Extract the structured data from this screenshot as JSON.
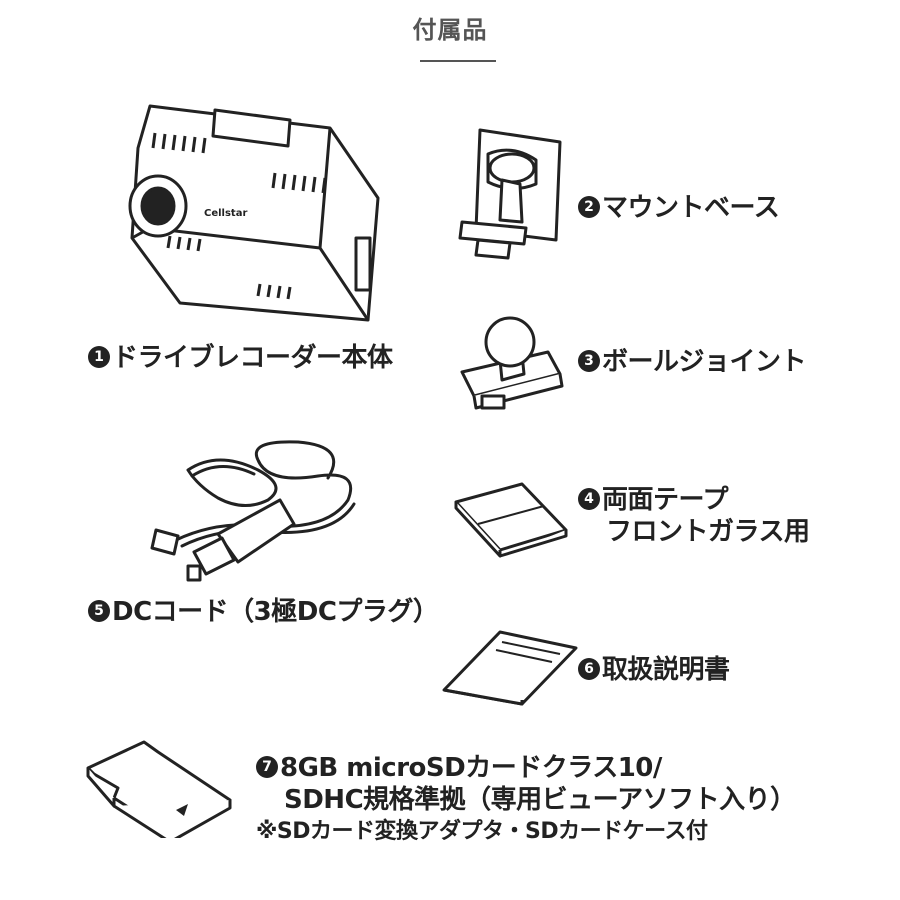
{
  "title": "付属品",
  "items": [
    {
      "num": "1",
      "label": "ドライブレコーダー本体"
    },
    {
      "num": "2",
      "label": "マウントベース"
    },
    {
      "num": "3",
      "label": "ボールジョイント"
    },
    {
      "num": "4",
      "label": "両面テープ",
      "sub": "フロントガラス用"
    },
    {
      "num": "5",
      "label": "DCコード（3極DCプラグ）"
    },
    {
      "num": "6",
      "label": "取扱説明書"
    },
    {
      "num": "7",
      "label": "8GB microSDカードクラス10/",
      "sub": "SDHC規格準拠（専用ビューアソフト入り）",
      "note": "※SDカード変換アダプタ・SDカードケース付"
    }
  ],
  "icons": [
    "dashcam-icon",
    "mount-base-icon",
    "ball-joint-icon",
    "double-sided-tape-icon",
    "dc-cord-icon",
    "manual-icon",
    "microsd-card-icon"
  ]
}
